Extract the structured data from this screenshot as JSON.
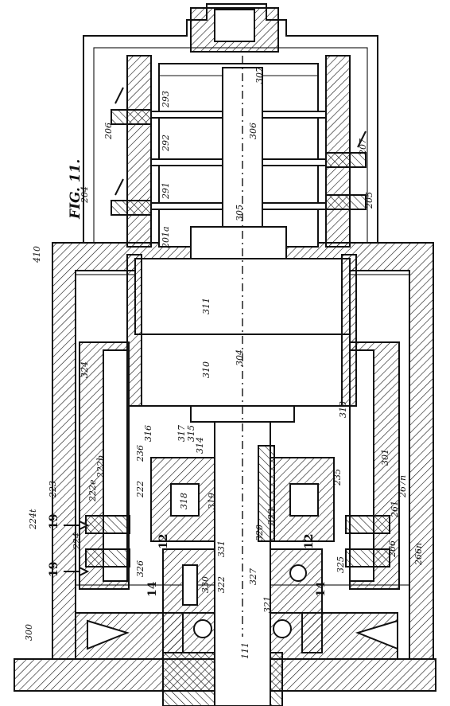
{
  "figure": {
    "title": "FIG. 11."
  },
  "labels": {
    "l300": "300",
    "l111": "111",
    "l311": "311",
    "l310": "310",
    "l304": "304",
    "l301": "301",
    "l313": "313",
    "l324": "324",
    "l316": "316",
    "l317": "317",
    "l315": "315",
    "l314": "314",
    "l319": "319",
    "l318": "318",
    "l320": "320",
    "l323": "323",
    "l331": "331",
    "l322": "322",
    "l330": "330",
    "l327": "327",
    "l321": "321",
    "l325": "325",
    "l326": "326",
    "l223": "223",
    "l224t": "224t",
    "l224": "224",
    "l222e": "222e",
    "l222": "222",
    "l223b": "222b",
    "l236": "236",
    "l235": "235",
    "l267n": "267n",
    "l261": "261",
    "l266": "266",
    "l266n": "266n",
    "l201a": "201a",
    "l291": "291",
    "l292": "292",
    "l293": "293",
    "l305": "305",
    "l306": "306",
    "l307": "307",
    "l204": "204",
    "l205": "205",
    "l206": "206",
    "l207": "207",
    "l410": "410",
    "s19a": "19",
    "s19b": "19",
    "s14a": "14",
    "s14b": "14",
    "s12a": "12",
    "s12b": "12"
  }
}
